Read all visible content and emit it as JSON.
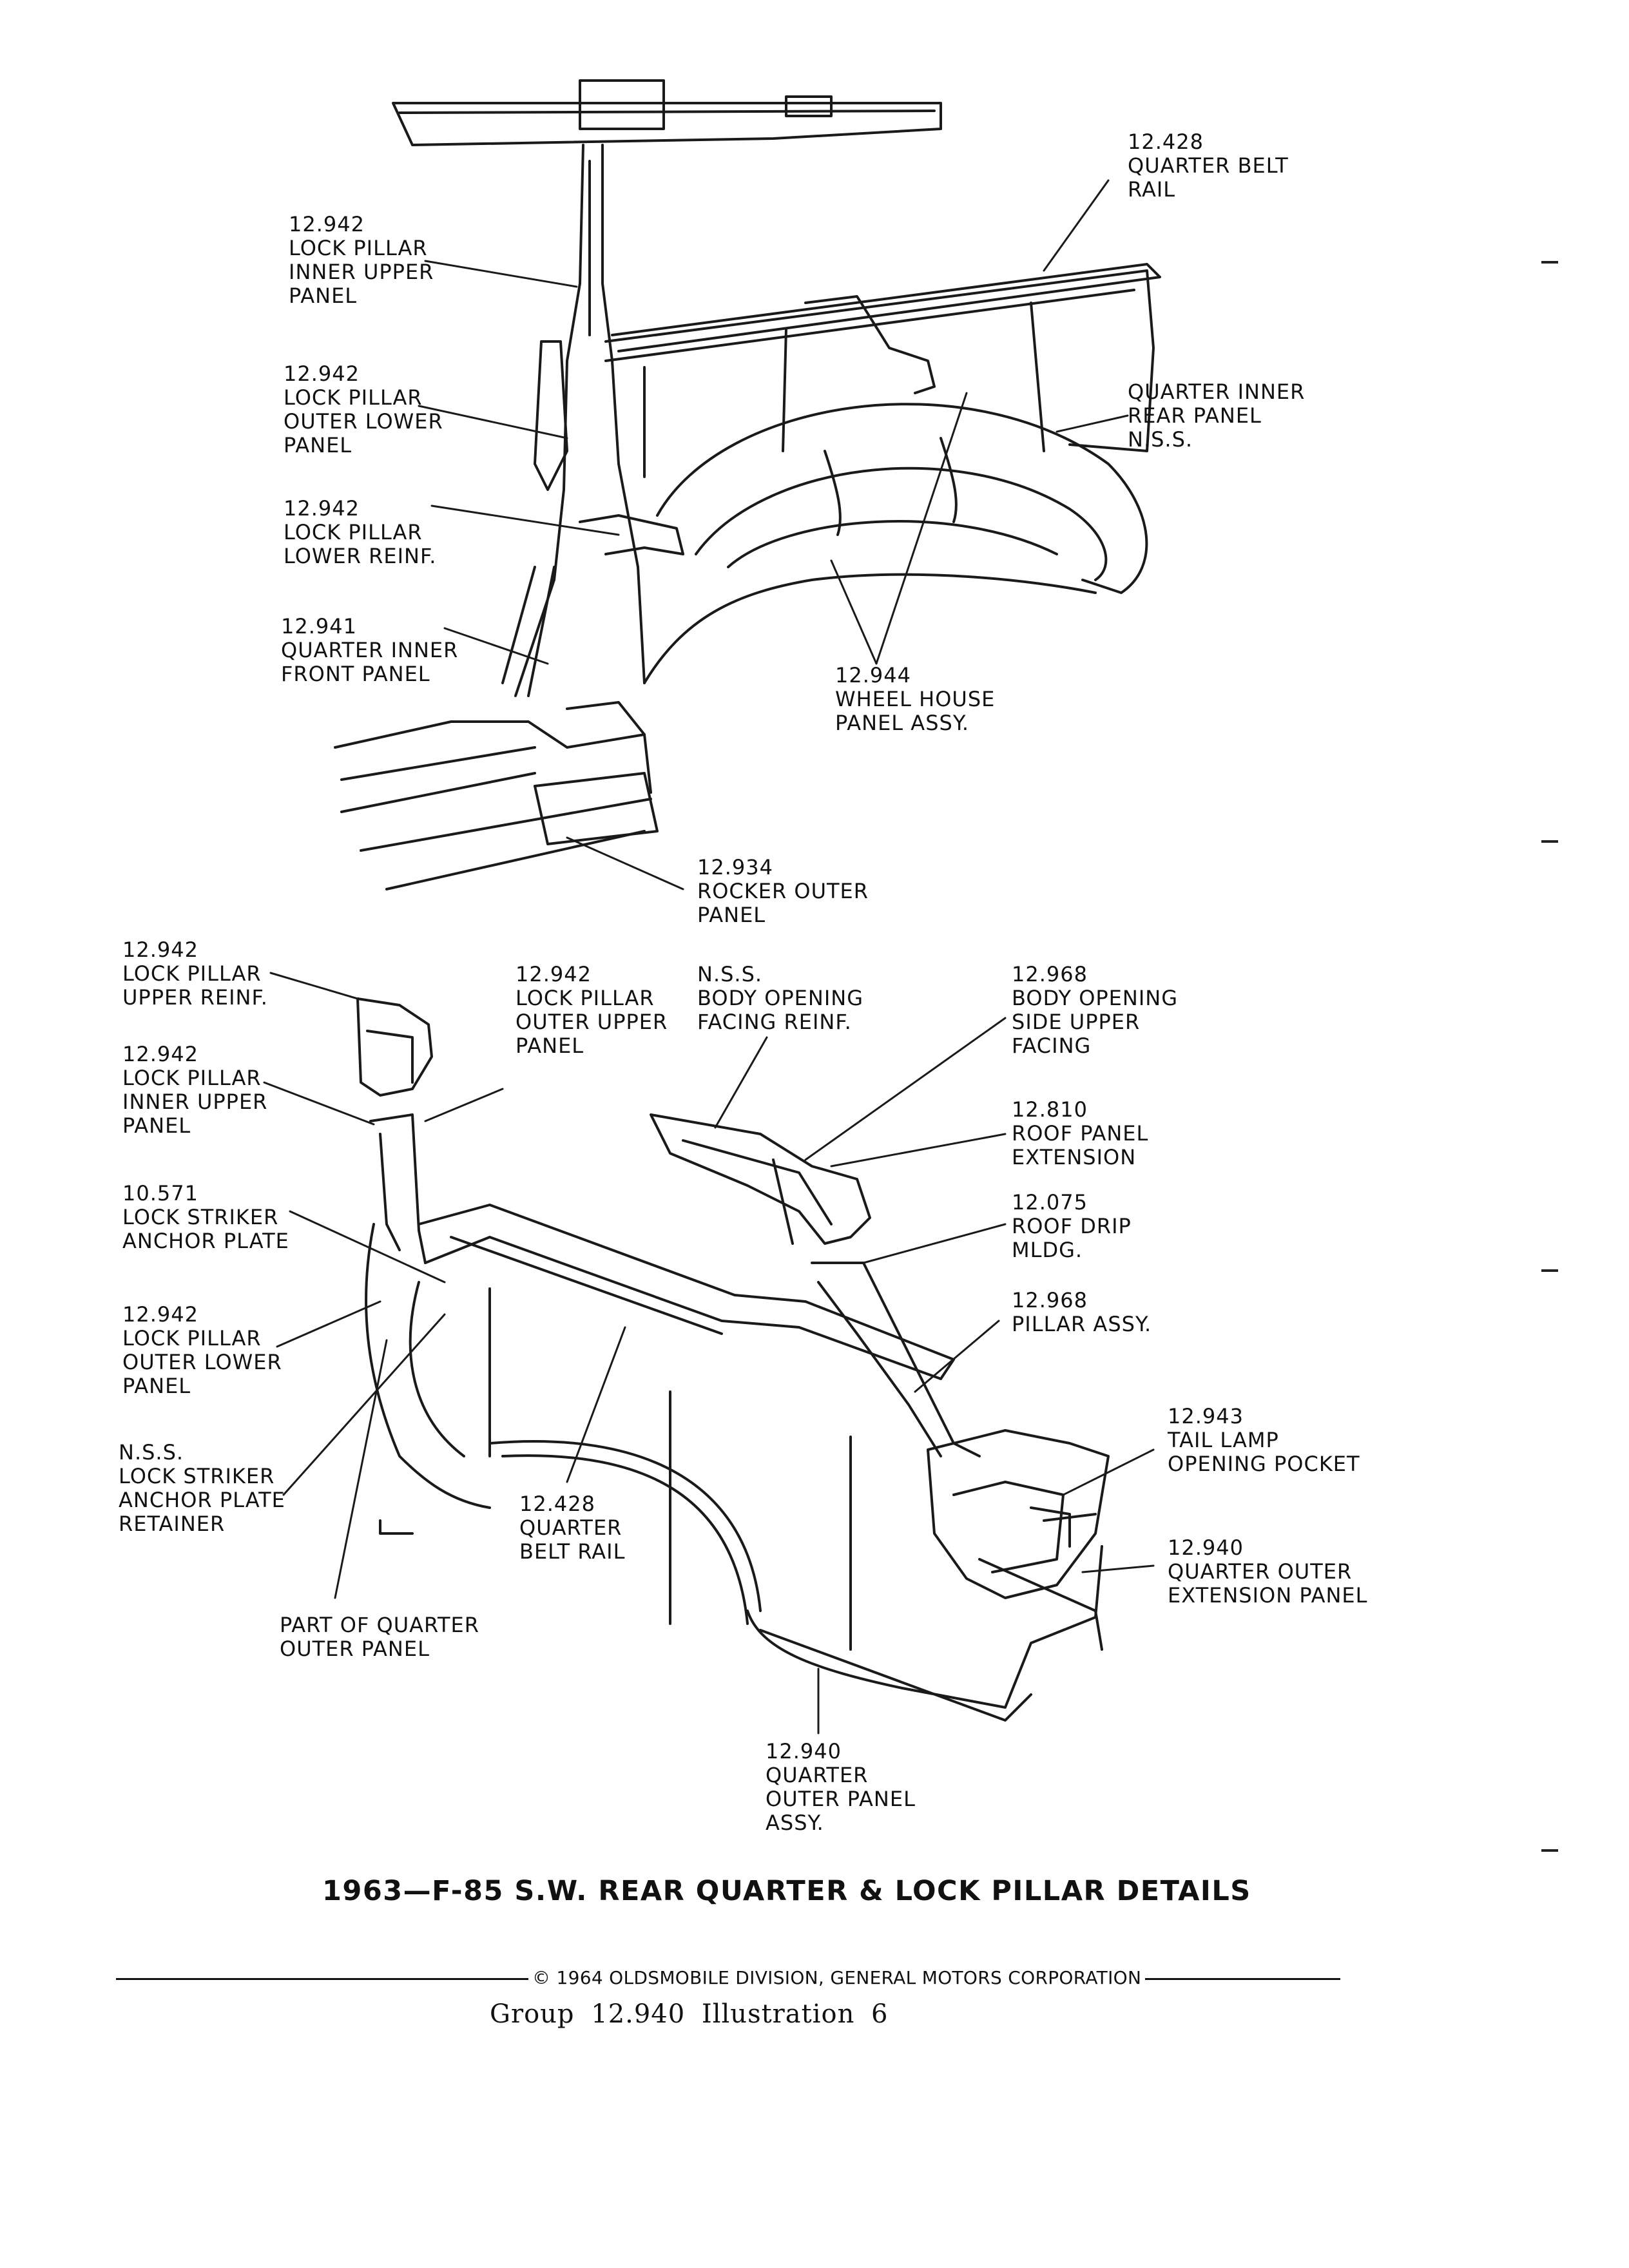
{
  "labels": {
    "top_quarter_belt_rail": [
      "12.428",
      "QUARTER BELT",
      "RAIL"
    ],
    "top_lock_pillar_inner_upper": [
      "12.942",
      "LOCK PILLAR",
      "INNER UPPER",
      "PANEL"
    ],
    "top_lock_pillar_outer_lower": [
      "12.942",
      "LOCK PILLAR",
      "OUTER LOWER",
      "PANEL"
    ],
    "top_lock_pillar_lower_reinf": [
      "12.942",
      "LOCK PILLAR",
      "LOWER REINF."
    ],
    "top_quarter_inner_front": [
      "12.941",
      "QUARTER INNER",
      "FRONT PANEL"
    ],
    "top_quarter_inner_rear": [
      "QUARTER INNER",
      "REAR PANEL",
      "N.S.S."
    ],
    "top_wheel_house": [
      "12.944",
      "WHEEL HOUSE",
      "PANEL ASSY."
    ],
    "top_rocker_outer": [
      "12.934",
      "ROCKER OUTER",
      "PANEL"
    ],
    "bot_lock_pillar_upper_reinf": [
      "12.942",
      "LOCK PILLAR",
      "UPPER REINF."
    ],
    "bot_lock_pillar_outer_upper": [
      "12.942",
      "LOCK PILLAR",
      "OUTER UPPER",
      "PANEL"
    ],
    "bot_body_opening_facing_reinf": [
      "N.S.S.",
      "BODY OPENING",
      "FACING REINF."
    ],
    "bot_body_opening_side_upper": [
      "12.968",
      "BODY OPENING",
      "SIDE UPPER",
      "FACING"
    ],
    "bot_lock_pillar_inner_upper": [
      "12.942",
      "LOCK PILLAR",
      "INNER UPPER",
      "PANEL"
    ],
    "bot_roof_panel_extension": [
      "12.810",
      "ROOF PANEL",
      "EXTENSION"
    ],
    "bot_lock_striker_anchor": [
      "10.571",
      "LOCK STRIKER",
      "ANCHOR PLATE"
    ],
    "bot_roof_drip": [
      "12.075",
      "ROOF DRIP",
      "MLDG."
    ],
    "bot_lock_pillar_outer_lower": [
      "12.942",
      "LOCK PILLAR",
      "OUTER LOWER",
      "PANEL"
    ],
    "bot_pillar_assy": [
      "12.968",
      "PILLAR ASSY."
    ],
    "bot_tail_lamp": [
      "12.943",
      "TAIL LAMP",
      "OPENING POCKET"
    ],
    "bot_anchor_retainer": [
      "N.S.S.",
      "LOCK STRIKER",
      "ANCHOR PLATE",
      "RETAINER"
    ],
    "bot_quarter_belt_rail": [
      "12.428",
      "QUARTER",
      "BELT RAIL"
    ],
    "bot_quarter_outer_extension": [
      "12.940",
      "QUARTER OUTER",
      "EXTENSION PANEL"
    ],
    "bot_part_of_quarter_outer": [
      "PART OF QUARTER",
      "OUTER PANEL"
    ],
    "bot_quarter_outer_panel_assy": [
      "12.940",
      "QUARTER",
      "OUTER PANEL",
      "ASSY."
    ]
  },
  "title": "1963—F-85 S.W. REAR QUARTER & LOCK PILLAR DETAILS",
  "copyright": "© 1964 OLDSMOBILE DIVISION, GENERAL MOTORS CORPORATION",
  "group_line": "Group 12.940 Illustration 6"
}
